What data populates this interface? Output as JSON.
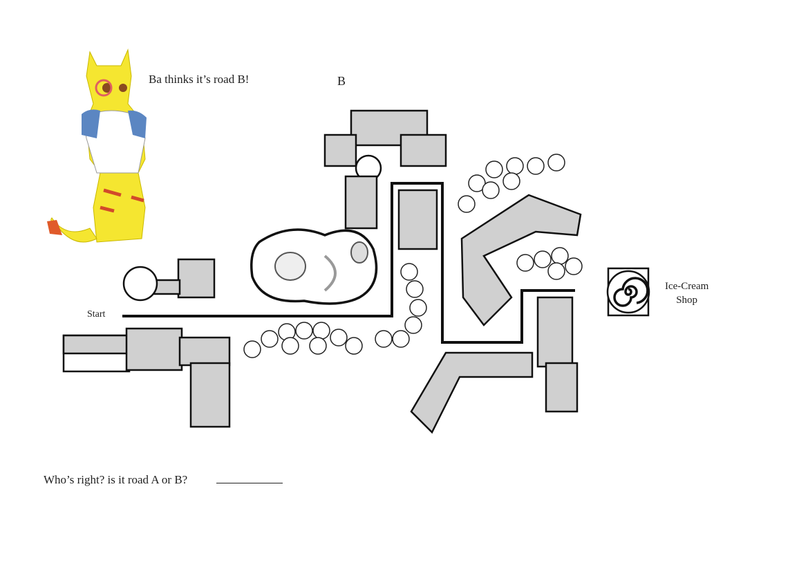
{
  "speech": "Ba thinks it’s road B!",
  "road_label": "B",
  "start_label": "Start",
  "shop_label_line1": "Ice-Cream",
  "shop_label_line2": "Shop",
  "question": "Who’s right? is it road A or B?",
  "colors": {
    "road": "#111111",
    "roof": "#d0d0d0",
    "cat": "#f5e630"
  }
}
